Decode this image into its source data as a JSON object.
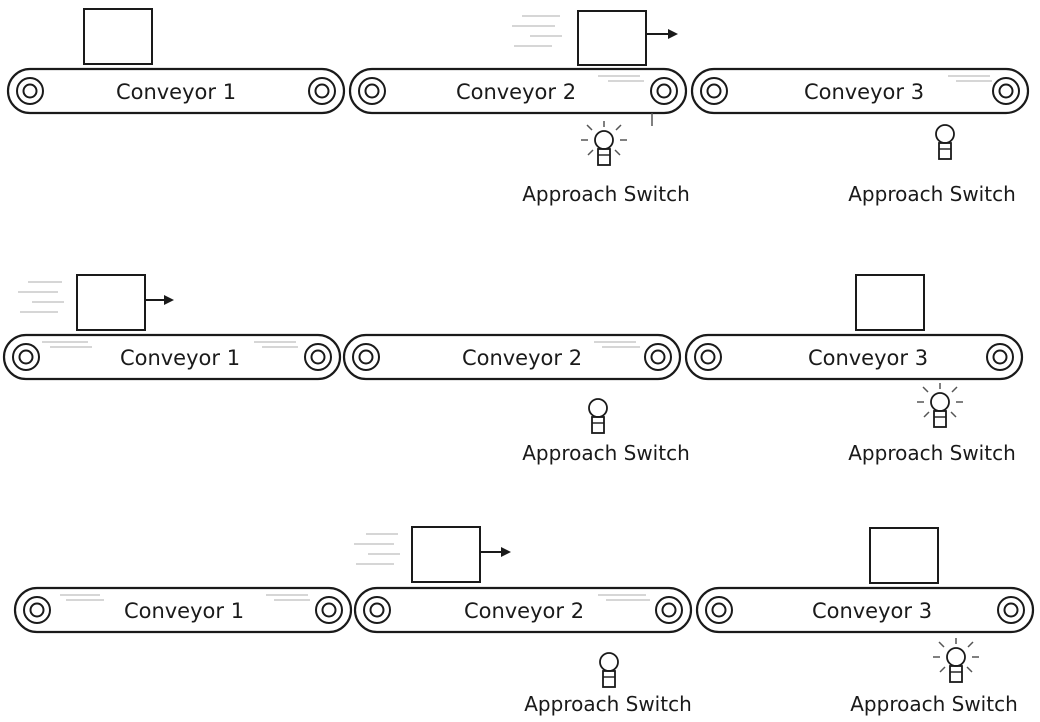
{
  "conveyor_label_prefix": "Conveyor",
  "switch_label": "Approach Switch",
  "colors": {
    "ink": "#1a1a1a",
    "motion": "#c8c8c8",
    "ray": "#555555",
    "background": "#ffffff"
  },
  "rows": [
    {
      "conveyors": [
        {
          "label": "Conveyor 1"
        },
        {
          "label": "Conveyor 2"
        },
        {
          "label": "Conveyor 3"
        }
      ],
      "switches": [
        {
          "label": "Approach Switch",
          "lit": true
        },
        {
          "label": "Approach Switch",
          "lit": false
        }
      ],
      "boxes": [
        {
          "moving": false
        },
        {
          "moving": true
        }
      ]
    },
    {
      "conveyors": [
        {
          "label": "Conveyor 1"
        },
        {
          "label": "Conveyor 2"
        },
        {
          "label": "Conveyor 3"
        }
      ],
      "switches": [
        {
          "label": "Approach Switch",
          "lit": false
        },
        {
          "label": "Approach Switch",
          "lit": true
        }
      ],
      "boxes": [
        {
          "moving": true
        },
        {
          "moving": false
        }
      ]
    },
    {
      "conveyors": [
        {
          "label": "Conveyor 1"
        },
        {
          "label": "Conveyor 2"
        },
        {
          "label": "Conveyor 3"
        }
      ],
      "switches": [
        {
          "label": "Approach Switch",
          "lit": false
        },
        {
          "label": "Approach Switch",
          "lit": true
        }
      ],
      "boxes": [
        {
          "moving": true
        },
        {
          "moving": false
        }
      ]
    }
  ]
}
